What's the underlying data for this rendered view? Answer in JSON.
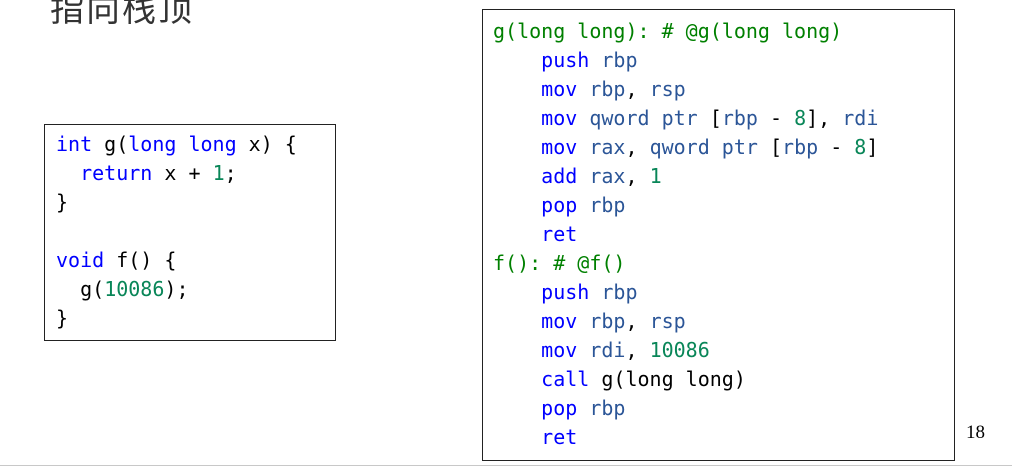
{
  "slide": {
    "title": "指向栈顶",
    "page_number": "18"
  },
  "c_code": {
    "l1": {
      "kw": "int",
      "a": " g(",
      "kw2": "long long",
      "b": " x) {"
    },
    "l2": {
      "ind": "  ",
      "kw": "return",
      "a": " x + ",
      "num": "1",
      "b": ";"
    },
    "l3": "}",
    "l4": "",
    "l5": {
      "kw": "void",
      "a": " f() {"
    },
    "l6": {
      "ind": "  ",
      "a": "g(",
      "num": "10086",
      "b": ");"
    },
    "l7": "}"
  },
  "asm_code": {
    "g_label": "g(long long):",
    "g_comment": " # @g(long long)",
    "g_lines": [
      {
        "op": "push",
        "args": [
          {
            "t": "reg",
            "v": "rbp"
          }
        ]
      },
      {
        "op": "mov",
        "args": [
          {
            "t": "reg",
            "v": "rbp"
          },
          {
            "t": "plain",
            "v": ", "
          },
          {
            "t": "reg",
            "v": "rsp"
          }
        ]
      },
      {
        "op": "mov",
        "args": [
          {
            "t": "ptr",
            "v": "qword ptr "
          },
          {
            "t": "plain",
            "v": "["
          },
          {
            "t": "reg",
            "v": "rbp"
          },
          {
            "t": "plain",
            "v": " - "
          },
          {
            "t": "num",
            "v": "8"
          },
          {
            "t": "plain",
            "v": "], "
          },
          {
            "t": "reg",
            "v": "rdi"
          }
        ]
      },
      {
        "op": "mov",
        "args": [
          {
            "t": "reg",
            "v": "rax"
          },
          {
            "t": "plain",
            "v": ", "
          },
          {
            "t": "ptr",
            "v": "qword ptr "
          },
          {
            "t": "plain",
            "v": "["
          },
          {
            "t": "reg",
            "v": "rbp"
          },
          {
            "t": "plain",
            "v": " - "
          },
          {
            "t": "num",
            "v": "8"
          },
          {
            "t": "plain",
            "v": "]"
          }
        ]
      },
      {
        "op": "add",
        "args": [
          {
            "t": "reg",
            "v": "rax"
          },
          {
            "t": "plain",
            "v": ", "
          },
          {
            "t": "num",
            "v": "1"
          }
        ]
      },
      {
        "op": "pop",
        "args": [
          {
            "t": "reg",
            "v": "rbp"
          }
        ]
      },
      {
        "op": "ret",
        "args": []
      }
    ],
    "f_label": "f():",
    "f_comment": " # @f()",
    "f_lines": [
      {
        "op": "push",
        "args": [
          {
            "t": "reg",
            "v": "rbp"
          }
        ]
      },
      {
        "op": "mov",
        "args": [
          {
            "t": "reg",
            "v": "rbp"
          },
          {
            "t": "plain",
            "v": ", "
          },
          {
            "t": "reg",
            "v": "rsp"
          }
        ]
      },
      {
        "op": "mov",
        "args": [
          {
            "t": "reg",
            "v": "rdi"
          },
          {
            "t": "plain",
            "v": ", "
          },
          {
            "t": "num",
            "v": "10086"
          }
        ]
      },
      {
        "op": "call",
        "args": [
          {
            "t": "plain",
            "v": "g(long long)"
          }
        ]
      },
      {
        "op": "pop",
        "args": [
          {
            "t": "reg",
            "v": "rbp"
          }
        ]
      },
      {
        "op": "ret",
        "args": []
      }
    ]
  }
}
